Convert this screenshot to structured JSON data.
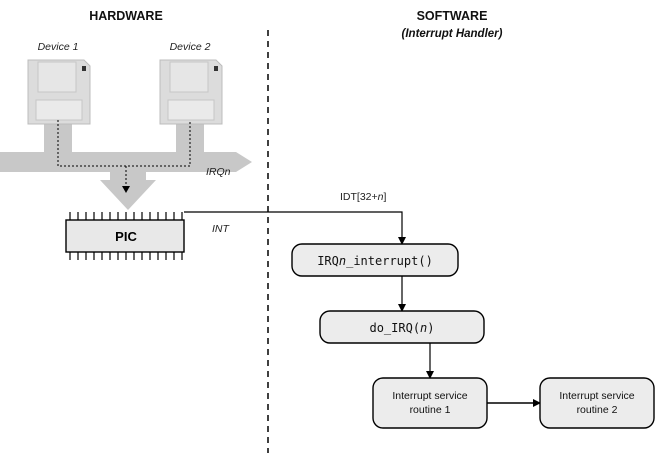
{
  "headers": {
    "hardware": "HARDWARE",
    "software": "SOFTWARE",
    "software_sub": "(Interrupt Handler)"
  },
  "devices": [
    {
      "label": "Device 1"
    },
    {
      "label": "Device 2"
    }
  ],
  "bus": {
    "label_prefix": "IRQ",
    "label_var": "n"
  },
  "pic": {
    "label": "PIC"
  },
  "int_label": "INT",
  "idt": {
    "prefix": "IDT[32+",
    "var": "n",
    "suffix": "]"
  },
  "flow": {
    "irq_interrupt": {
      "prefix": "IRQ",
      "var": "n",
      "suffix": "_interrupt()"
    },
    "do_irq": {
      "prefix": "do_IRQ(",
      "var": "n",
      "suffix": ")"
    },
    "isr1": {
      "line1": "Interrupt service",
      "line2": "routine 1"
    },
    "isr2": {
      "line1": "Interrupt service",
      "line2": "routine 2"
    }
  },
  "colors": {
    "device_fill": "#dcdcdc",
    "bus_fill": "#c8c8c8",
    "pic_fill": "#e8e8e8",
    "box_fill": "#ececec",
    "line": "#000000"
  }
}
